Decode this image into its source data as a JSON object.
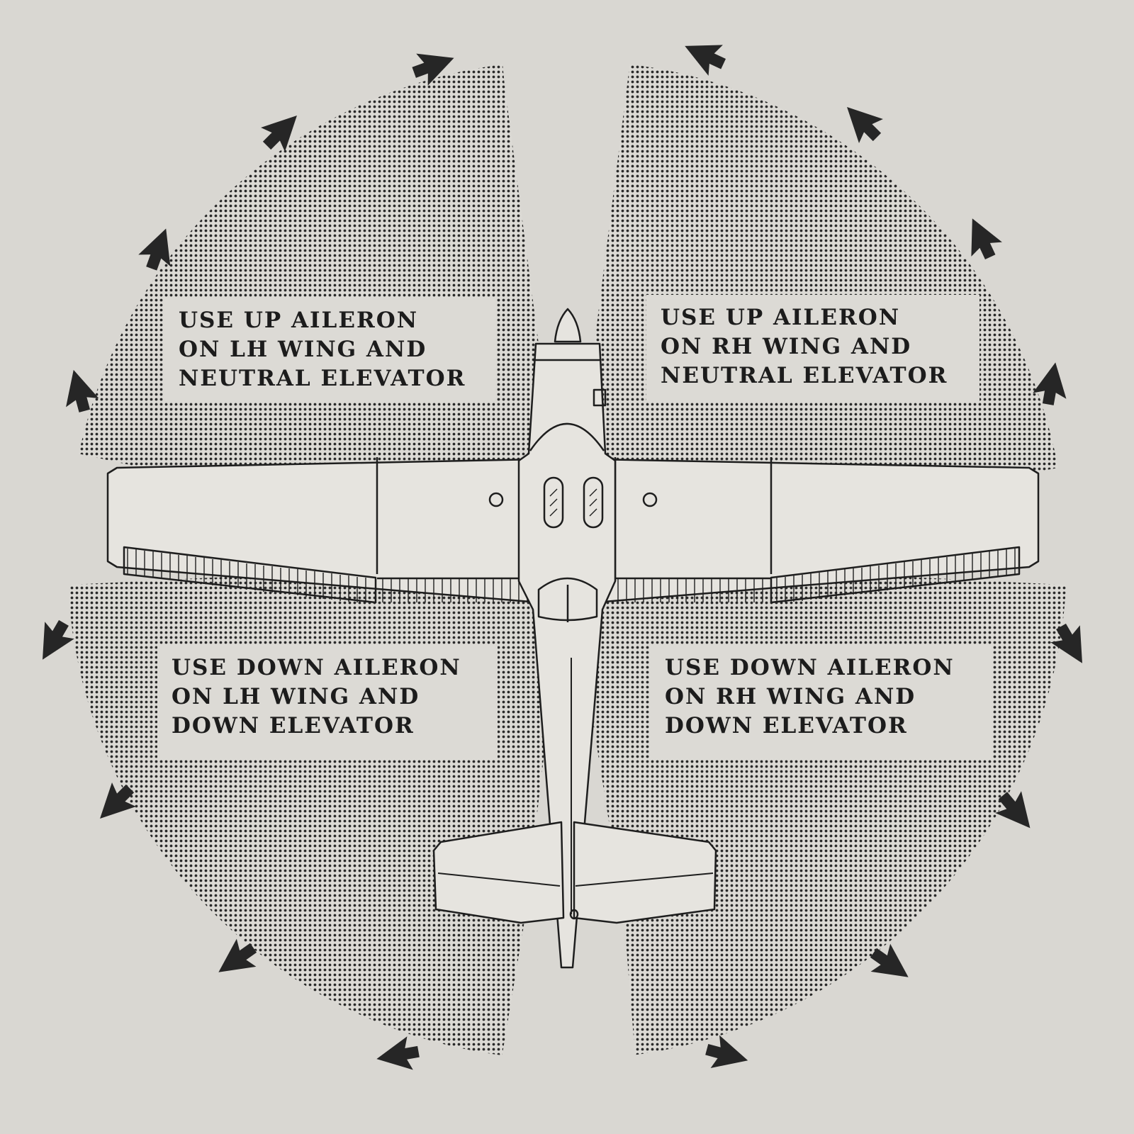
{
  "quadrants": [
    {
      "id": "upper-left",
      "lines": [
        "USE UP AILERON",
        "ON LH WING AND",
        "NEUTRAL ELEVATOR"
      ]
    },
    {
      "id": "upper-right",
      "lines": [
        "USE UP AILERON",
        "ON RH WING AND",
        "NEUTRAL ELEVATOR"
      ]
    },
    {
      "id": "lower-left",
      "lines": [
        "USE DOWN AILERON",
        "ON LH WING AND",
        "DOWN ELEVATOR"
      ]
    },
    {
      "id": "lower-right",
      "lines": [
        "USE DOWN AILERON",
        "ON RH WING AND",
        "DOWN ELEVATOR"
      ]
    }
  ],
  "colors": {
    "background": "#d9d7d2",
    "stipple": "#2a2a2a",
    "ink": "#1c1c1c",
    "arrow": "#262626"
  },
  "icons": [
    "wind-direction-arrow-icon",
    "airplane-top-view-icon"
  ]
}
